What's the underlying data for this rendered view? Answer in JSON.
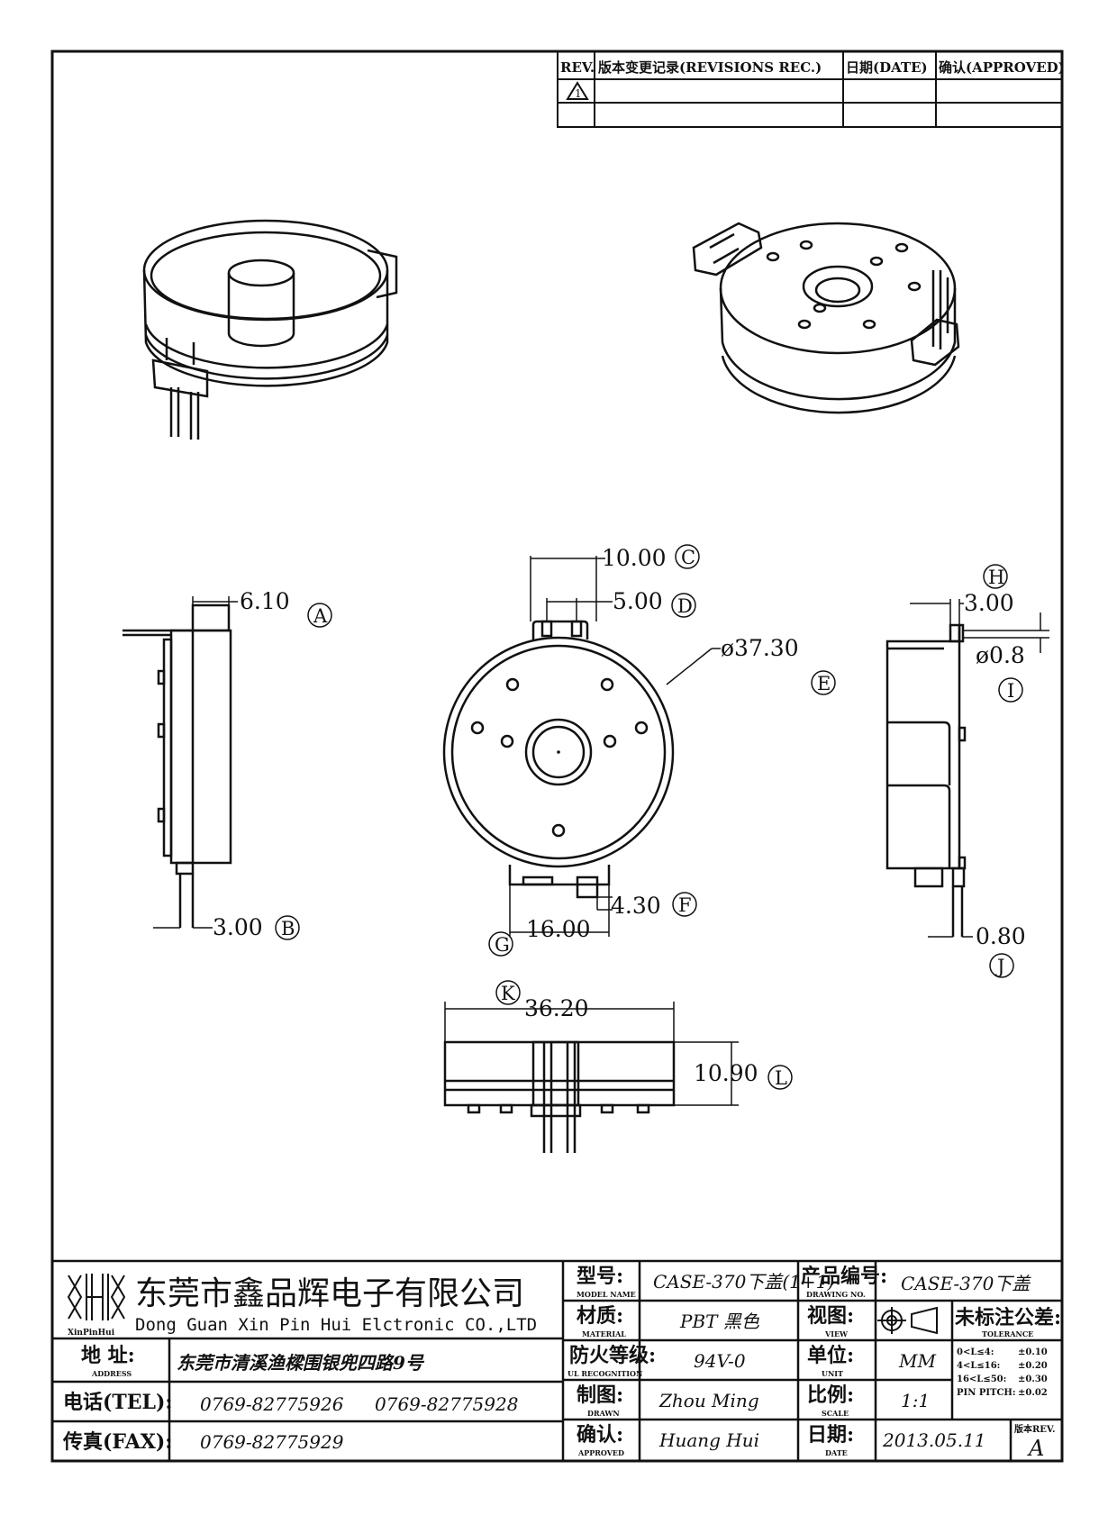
{
  "revision_table": {
    "headers": {
      "rev": "REV.",
      "record": "版本变更记录(REVISIONS REC.)",
      "date": "日期(DATE)",
      "approved": "确认(APPROVED)"
    },
    "row1_mark": "1"
  },
  "dimensions": {
    "A": {
      "value": "6.10",
      "tag": "A"
    },
    "B": {
      "value": "3.00",
      "tag": "B"
    },
    "C": {
      "value": "10.00",
      "tag": "C"
    },
    "D": {
      "value": "5.00",
      "tag": "D"
    },
    "E": {
      "value": "ø37.30",
      "tag": "E"
    },
    "F": {
      "value": "4.30",
      "tag": "F"
    },
    "G": {
      "value": "16.00",
      "tag": "G"
    },
    "H": {
      "value": "3.00",
      "tag": "H"
    },
    "I": {
      "value": "ø0.8",
      "tag": "I"
    },
    "J": {
      "value": "0.80",
      "tag": "J"
    },
    "K": {
      "value": "36.20",
      "tag": "K"
    },
    "L": {
      "value": "10.90",
      "tag": "L"
    }
  },
  "title_block": {
    "company_cn": "东莞市鑫品辉电子有限公司",
    "company_en": "Dong Guan Xin Pin Hui Elctronic CO.,LTD",
    "logo_caption": "XinPinHui",
    "address_label": "地 址:",
    "address_sub": "ADDRESS",
    "address_value": "东莞市清溪渔樑围银兜四路9号",
    "tel_label": "电话(TEL):",
    "tel_value_1": "0769-82775926",
    "tel_value_2": "0769-82775928",
    "fax_label": "传真(FAX):",
    "fax_value": "0769-82775929",
    "model_label": "型号:",
    "model_sub": "MODEL NAME",
    "model_value": "CASE-370下盖(1+1)",
    "material_label": "材质:",
    "material_sub": "MATERIAL",
    "material_value": "PBT 黑色",
    "ul_label": "防火等级:",
    "ul_sub": "UL RECOGNITION",
    "ul_value": "94V-0",
    "drawn_label": "制图:",
    "drawn_sub": "DRAWN",
    "drawn_value": "Zhou Ming",
    "approved_label": "确认:",
    "approved_sub": "APPROVED",
    "approved_value": "Huang Hui",
    "drawing_no_label": "产品编号:",
    "drawing_no_sub": "DRAWING NO.",
    "drawing_no_value": "CASE-370下盖",
    "view_label": "视图:",
    "view_sub": "VIEW",
    "unit_label": "单位:",
    "unit_sub": "UNIT",
    "unit_value": "MM",
    "scale_label": "比例:",
    "scale_sub": "SCALE",
    "scale_value": "1:1",
    "date_label": "日期:",
    "date_sub": "DATE",
    "date_value": "2013.05.11",
    "tolerance_label": "未标注公差:",
    "tolerance_sub": "TOLERANCE",
    "tolerance_rows": [
      {
        "range": "0<L≤4:",
        "value": "±0.10"
      },
      {
        "range": "4<L≤16:",
        "value": "±0.20"
      },
      {
        "range": "16<L≤50:",
        "value": "±0.30"
      },
      {
        "range": "PIN PITCH:",
        "value": "±0.02"
      }
    ],
    "rev_label": "版本REV.",
    "rev_value": "A"
  }
}
